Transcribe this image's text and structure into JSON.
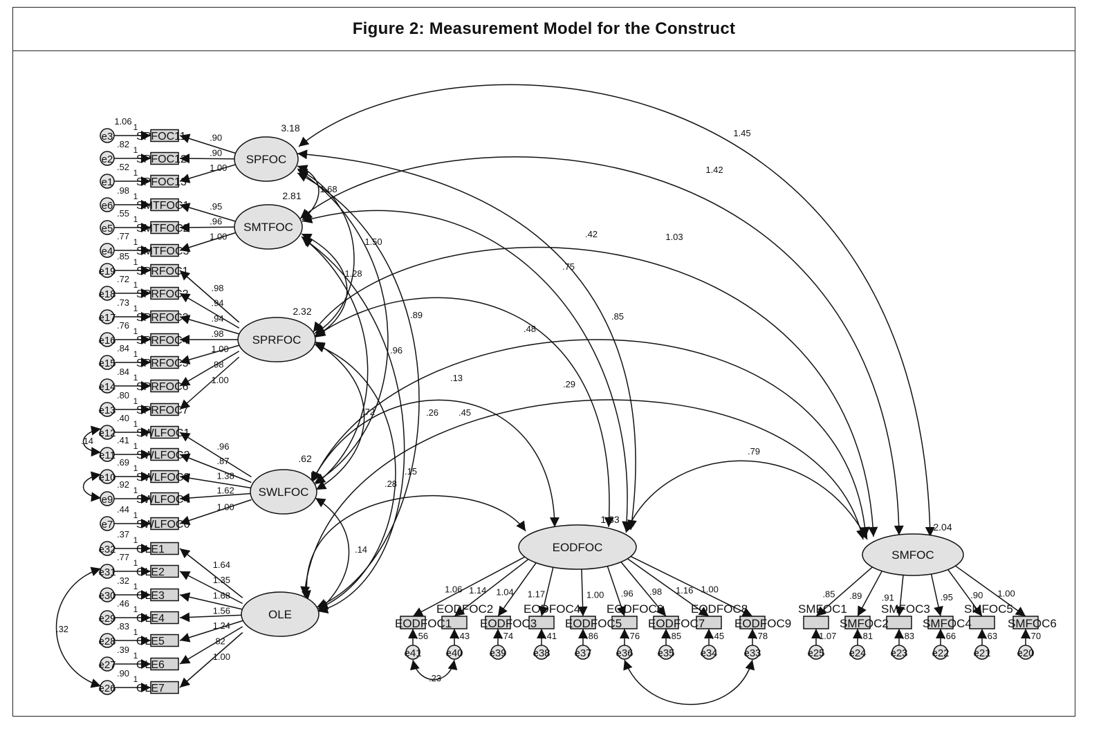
{
  "title": "Figure 2: Measurement Model for the Construct",
  "colors": {
    "latent_fill": "#e2e2e2",
    "indicator_fill": "#d6d6d6",
    "stroke": "#111111"
  },
  "latents": [
    {
      "name": "SPFOC",
      "variance": "3.18"
    },
    {
      "name": "SMTFOC",
      "variance": "2.81"
    },
    {
      "name": "SPRFOC",
      "variance": "2.32"
    },
    {
      "name": "SWLFOC",
      "variance": ".62"
    },
    {
      "name": "OLE",
      "variance": ""
    },
    {
      "name": "EODFOC",
      "variance": "1.33"
    },
    {
      "name": "SMFOC",
      "variance": "2.04"
    }
  ],
  "left_indicators": [
    {
      "name": "SPFOC11",
      "factor": "SPFOC",
      "loading": ".90",
      "error": "e3",
      "error_variance": "1.06",
      "fixed": "1"
    },
    {
      "name": "SPFOC12",
      "factor": "SPFOC",
      "loading": ".90",
      "error": "e2",
      "error_variance": ".82",
      "fixed": "1"
    },
    {
      "name": "SPFOC13",
      "factor": "SPFOC",
      "loading": "1.00",
      "error": "e1",
      "error_variance": ".52",
      "fixed": "1"
    },
    {
      "name": "SMTFOC1",
      "factor": "SMTFOC",
      "loading": ".95",
      "error": "e6",
      "error_variance": ".98",
      "fixed": "1"
    },
    {
      "name": "SMTFOC2",
      "factor": "SMTFOC",
      "loading": ".96",
      "error": "e5",
      "error_variance": ".55",
      "fixed": "1"
    },
    {
      "name": "SMTFOC3",
      "factor": "SMTFOC",
      "loading": "1.00",
      "error": "e4",
      "error_variance": ".77",
      "fixed": "1"
    },
    {
      "name": "SPRFOC1",
      "factor": "SPRFOC",
      "loading": ".98",
      "error": "e19",
      "error_variance": ".85",
      "fixed": "1"
    },
    {
      "name": "SPRFOC2",
      "factor": "SPRFOC",
      "loading": ".94",
      "error": "e18",
      "error_variance": ".72",
      "fixed": "1"
    },
    {
      "name": "SPRFOC3",
      "factor": "SPRFOC",
      "loading": ".94",
      "error": "e17",
      "error_variance": ".73",
      "fixed": "1"
    },
    {
      "name": "SPRFOC4",
      "factor": "SPRFOC",
      "loading": ".98",
      "error": "e16",
      "error_variance": ".76",
      "fixed": "1"
    },
    {
      "name": "SPRFOC5",
      "factor": "SPRFOC",
      "loading": "1.00",
      "error": "e15",
      "error_variance": ".84",
      "fixed": "1"
    },
    {
      "name": "SPRFOC6",
      "factor": "SPRFOC",
      "loading": ".98",
      "error": "e14",
      "error_variance": ".84",
      "fixed": "1"
    },
    {
      "name": "SPRFOC7",
      "factor": "SPRFOC",
      "loading": "1.00",
      "error": "e13",
      "error_variance": ".80",
      "fixed": "1"
    },
    {
      "name": "SWLFOC1",
      "factor": "SWLFOC",
      "loading": ".96",
      "error": "e12",
      "error_variance": ".40",
      "fixed": "1"
    },
    {
      "name": "SWLFOC2",
      "factor": "SWLFOC",
      "loading": ".87",
      "error": "e11",
      "error_variance": ".41",
      "fixed": "1"
    },
    {
      "name": "SWLFOC3",
      "factor": "SWLFOC",
      "loading": "1.38",
      "error": "e10",
      "error_variance": ".69",
      "fixed": "1"
    },
    {
      "name": "SWLFOC4",
      "factor": "SWLFOC",
      "loading": "1.62",
      "error": "e9",
      "error_variance": ".92",
      "fixed": "1"
    },
    {
      "name": "SWLFOC6",
      "factor": "SWLFOC",
      "loading": "1.00",
      "error": "e7",
      "error_variance": ".44",
      "fixed": "1"
    },
    {
      "name": "OLE1",
      "factor": "OLE",
      "loading": "1.64",
      "error": "e32",
      "error_variance": ".37",
      "fixed": "1"
    },
    {
      "name": "OLE2",
      "factor": "OLE",
      "loading": "1.35",
      "error": "e31",
      "error_variance": ".77",
      "fixed": "1"
    },
    {
      "name": "OLE3",
      "factor": "OLE",
      "loading": "1.68",
      "error": "e30",
      "error_variance": ".32",
      "fixed": "1"
    },
    {
      "name": "OLE4",
      "factor": "OLE",
      "loading": "1.56",
      "error": "e29",
      "error_variance": ".46",
      "fixed": "1"
    },
    {
      "name": "OLE5",
      "factor": "OLE",
      "loading": "1.24",
      "error": "e28",
      "error_variance": ".83",
      "fixed": "1"
    },
    {
      "name": "OLE6",
      "factor": "OLE",
      "loading": ".82",
      "error": "e27",
      "error_variance": ".39",
      "fixed": "1"
    },
    {
      "name": "OLE7",
      "factor": "OLE",
      "loading": "1.00",
      "error": "e26",
      "error_variance": ".90",
      "fixed": "1"
    }
  ],
  "bottom_indicators": [
    {
      "name": "EODFOC1",
      "factor": "EODFOC",
      "loading": "1.06",
      "error": "e41",
      "error_variance": ".56"
    },
    {
      "name": "EODFOC2",
      "factor": "EODFOC",
      "loading": "1.14",
      "error": "e40",
      "error_variance": ".43"
    },
    {
      "name": "EODFOC3",
      "factor": "EODFOC",
      "loading": "1.04",
      "error": "e39",
      "error_variance": ".74"
    },
    {
      "name": "EODFOC4",
      "factor": "EODFOC",
      "loading": "1.17",
      "error": "e38",
      "error_variance": ".41"
    },
    {
      "name": "EODFOC5",
      "factor": "EODFOC",
      "loading": "1.00",
      "error": "e37",
      "error_variance": ".86"
    },
    {
      "name": "EODFOC6",
      "factor": "EODFOC",
      "loading": ".96",
      "error": "e36",
      "error_variance": ".76"
    },
    {
      "name": "EODFOC7",
      "factor": "EODFOC",
      "loading": ".98",
      "error": "e35",
      "error_variance": ".85"
    },
    {
      "name": "EODFOC8",
      "factor": "EODFOC",
      "loading": "1.16",
      "error": "e34",
      "error_variance": ".45"
    },
    {
      "name": "EODFOC9",
      "factor": "EODFOC",
      "loading": "1.00",
      "error": "e33",
      "error_variance": ".78"
    },
    {
      "name": "SMFOC1",
      "factor": "SMFOC",
      "loading": ".85",
      "error": "e25",
      "error_variance": "1.07"
    },
    {
      "name": "SMFOC2",
      "factor": "SMFOC",
      "loading": ".89",
      "error": "e24",
      "error_variance": ".81"
    },
    {
      "name": "SMFOC3",
      "factor": "SMFOC",
      "loading": ".91",
      "error": "e23",
      "error_variance": ".83"
    },
    {
      "name": "SMFOC4",
      "factor": "SMFOC",
      "loading": ".95",
      "error": "e22",
      "error_variance": ".66"
    },
    {
      "name": "SMFOC5",
      "factor": "SMFOC",
      "loading": ".90",
      "error": "e21",
      "error_variance": ".63"
    },
    {
      "name": "SMFOC6",
      "factor": "SMFOC",
      "loading": "1.00",
      "error": "e20",
      "error_variance": ".70"
    }
  ],
  "latent_covariances": [
    {
      "from": "SPFOC",
      "to": "SMFOC",
      "value": "1.45"
    },
    {
      "from": "SMTFOC",
      "to": "SMFOC",
      "value": "1.42"
    },
    {
      "from": "SPRFOC",
      "to": "SMFOC",
      "value": "1.03"
    },
    {
      "from": "SWLFOC",
      "to": "SMFOC",
      "value": ".85"
    },
    {
      "from": "OLE",
      "to": "SMFOC",
      "value": ".29"
    },
    {
      "from": "EODFOC",
      "to": "SMFOC",
      "value": ".79"
    },
    {
      "from": "SPFOC",
      "to": "EODFOC",
      "value": ".42"
    },
    {
      "from": "SMTFOC",
      "to": "EODFOC",
      "value": ".75"
    },
    {
      "from": "SPRFOC",
      "to": "EODFOC",
      "value": ".89"
    },
    {
      "from": "SWLFOC",
      "to": "EODFOC",
      "value": ".48"
    },
    {
      "from": "OLE",
      "to": "EODFOC",
      "value": ".28"
    },
    {
      "from": "SPFOC",
      "to": "SMTFOC",
      "value": "1.68"
    },
    {
      "from": "SPFOC",
      "to": "SPRFOC",
      "value": "1.50"
    },
    {
      "from": "SMTFOC",
      "to": "SPRFOC",
      "value": "1.28"
    },
    {
      "from": "SPFOC",
      "to": "SWLFOC",
      "value": ".96"
    },
    {
      "from": "SPFOC",
      "to": "OLE",
      "value": ".13"
    },
    {
      "from": "SMTFOC",
      "to": "SWLFOC",
      "value": ".72"
    },
    {
      "from": "SPRFOC",
      "to": "OLE",
      "value": ".26"
    },
    {
      "from": "SPRFOC",
      "to": "SWLFOC",
      "value": ".45"
    },
    {
      "from": "SMTFOC",
      "to": "OLE",
      "value": ".15"
    },
    {
      "from": "SWLFOC",
      "to": "OLE",
      "value": ".14"
    }
  ],
  "error_covariances": [
    {
      "from": "e12",
      "to": "e11",
      "value": ".14"
    },
    {
      "from": "e10",
      "to": "e9",
      "value": ""
    },
    {
      "from": "e31",
      "to": "e26",
      "value": ".32"
    },
    {
      "from": "e41",
      "to": "e40",
      "value": ".23"
    },
    {
      "from": "e36",
      "to": "e33",
      "value": ""
    }
  ]
}
